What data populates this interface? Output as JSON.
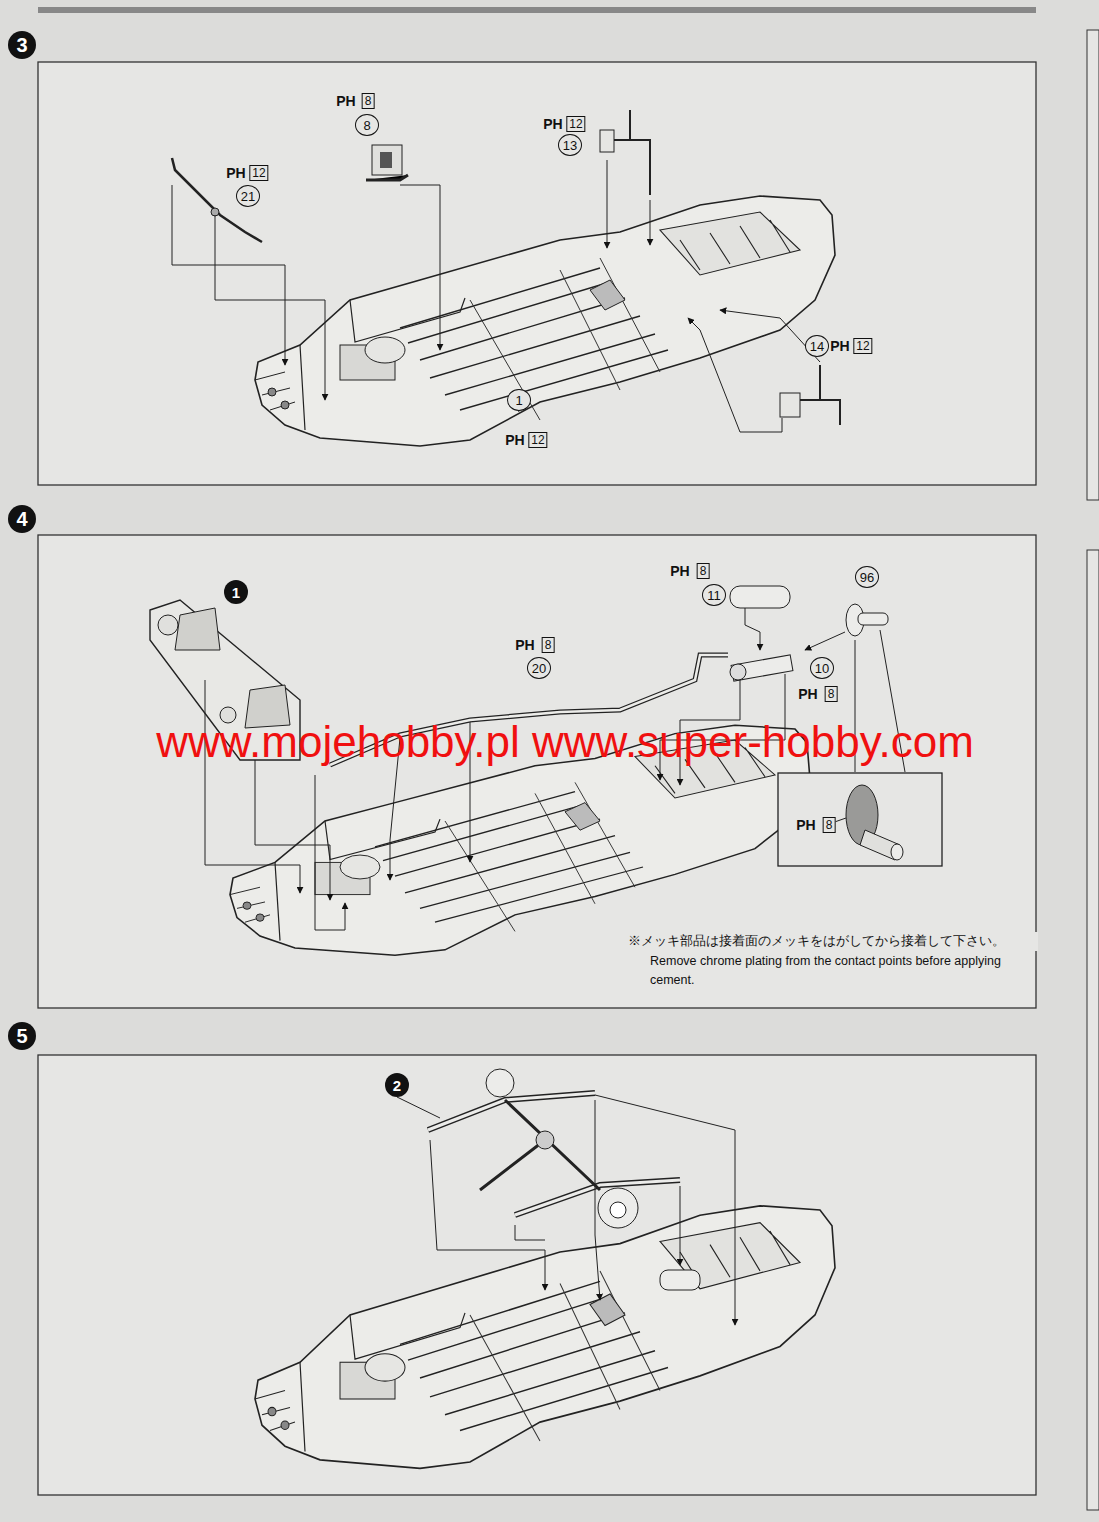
{
  "diagram": {
    "labels": [
      "3",
      "PH",
      "8",
      "8",
      "PH",
      "12",
      "13",
      "PH",
      "12",
      "21",
      "14",
      "PH",
      "12",
      "1",
      "PH",
      "12",
      "4",
      "1",
      "PH",
      "8",
      "11",
      "96",
      "PH",
      "8",
      "20",
      "10",
      "PH",
      "8",
      "www.mojehobby.pl www.super-hobby.com",
      "PH",
      "8",
      "※メッキ部品は接着面のメッキをはがしてから接着して下さい。",
      "Remove chrome plating from the contact points before applying cement.",
      "5",
      "2"
    ]
  }
}
